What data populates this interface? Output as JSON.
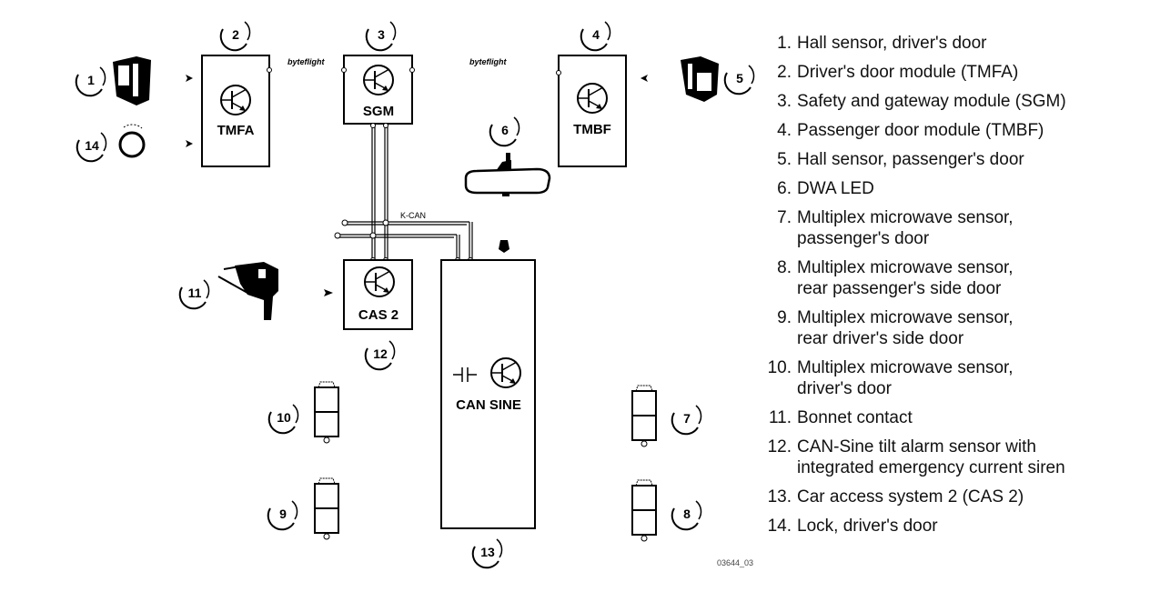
{
  "diagram": {
    "modules": {
      "tmfa": "TMFA",
      "sgm": "SGM",
      "tmbf": "TMBF",
      "cas2": "CAS 2",
      "can_sine": "CAN SINE"
    },
    "bus_labels": {
      "byteflight_left": "byteflight",
      "byteflight_right": "byteflight",
      "kcan": "K-CAN"
    },
    "callouts": [
      "1",
      "2",
      "3",
      "4",
      "5",
      "6",
      "7",
      "8",
      "9",
      "10",
      "11",
      "12",
      "13",
      "14"
    ],
    "figure_id": "03644_03"
  },
  "legend": {
    "items": [
      {
        "num": "1.",
        "lines": [
          "Hall sensor, driver's door"
        ]
      },
      {
        "num": "2.",
        "lines": [
          "Driver's door module (TMFA)"
        ]
      },
      {
        "num": "3.",
        "lines": [
          "Safety and gateway module (SGM)"
        ]
      },
      {
        "num": "4.",
        "lines": [
          "Passenger door module (TMBF)"
        ]
      },
      {
        "num": "5.",
        "lines": [
          "Hall sensor, passenger's door"
        ]
      },
      {
        "num": "6.",
        "lines": [
          "DWA LED"
        ]
      },
      {
        "num": "7.",
        "lines": [
          "Multiplex microwave sensor,",
          "passenger's door"
        ]
      },
      {
        "num": "8.",
        "lines": [
          "Multiplex microwave sensor,",
          "rear passenger's side door"
        ]
      },
      {
        "num": "9.",
        "lines": [
          "Multiplex microwave sensor,",
          "rear driver's side door"
        ]
      },
      {
        "num": "10.",
        "lines": [
          "Multiplex microwave sensor,",
          "driver's door"
        ]
      },
      {
        "num": "11.",
        "lines": [
          "Bonnet contact"
        ]
      },
      {
        "num": "12.",
        "lines": [
          "CAN-Sine tilt alarm sensor with",
          "integrated emergency current siren"
        ]
      },
      {
        "num": "13.",
        "lines": [
          "Car access system 2 (CAS 2)"
        ]
      },
      {
        "num": "14.",
        "lines": [
          "Lock, driver's door"
        ]
      }
    ]
  }
}
